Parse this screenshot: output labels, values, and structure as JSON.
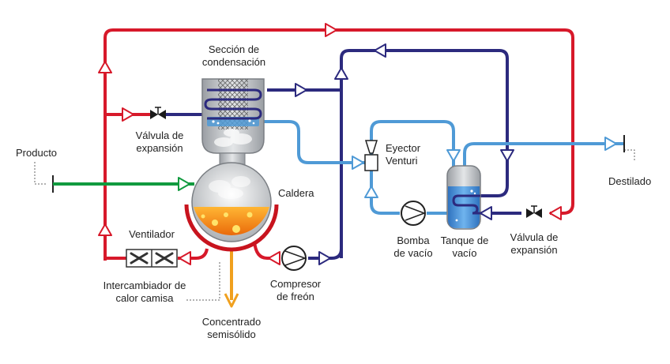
{
  "colors": {
    "hot_red": "#d7192a",
    "cold_navy": "#2c2a7e",
    "light_blue": "#4f9ad6",
    "product_green": "#119a3f",
    "concentrate_orange": "#f0a01e",
    "jacket_red": "#c8141e",
    "liquid_orange": "#f08a12",
    "steel_gray": "#b4b7ba"
  },
  "labels": {
    "condensation_1": "Sección de",
    "condensation_2": "condensación",
    "valve_left_1": "Válvula de",
    "valve_left_2": "expansión",
    "product": "Producto",
    "boiler": "Caldera",
    "fan": "Ventilador",
    "exchanger_1": "Intercambiador de",
    "exchanger_2": "calor camisa",
    "concentrate_1": "Concentrado",
    "concentrate_2": "semisólido",
    "compressor_1": "Compresor",
    "compressor_2": "de freón",
    "ejector_1": "Eyector",
    "ejector_2": "Venturi",
    "pump_1": "Bomba",
    "pump_2": "de vacío",
    "tank_1": "Tanque de",
    "tank_2": "vacío",
    "valve_right_1": "Válvula de",
    "valve_right_2": "expansión",
    "distillate": "Destilado"
  },
  "icons": [
    "expansion-valve-icon",
    "fan-icon",
    "compressor-icon",
    "vacuum-pump-icon",
    "venturi-ejector-icon",
    "condenser-coil-icon",
    "tank-coil-icon",
    "flow-arrow-icon"
  ]
}
